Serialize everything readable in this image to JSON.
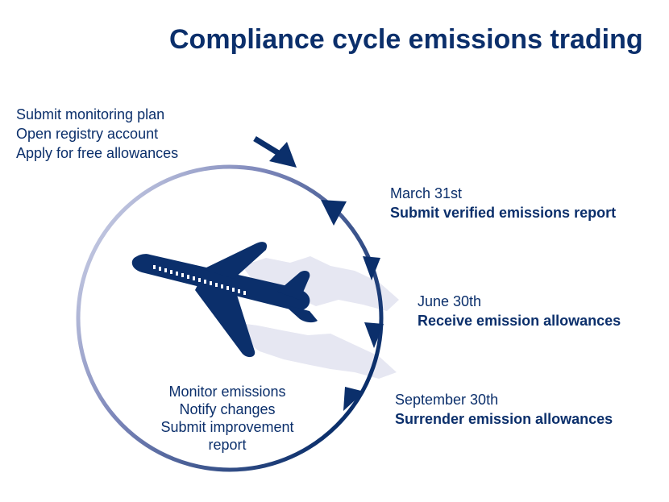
{
  "title": "Compliance cycle emissions trading",
  "pre_cycle_steps": [
    "Submit monitoring plan",
    "Open registry account",
    "Apply for free allowances"
  ],
  "milestones": [
    {
      "date": "March 31st",
      "action": "Submit verified emissions report"
    },
    {
      "date": "June 30th",
      "action": "Receive emission allowances"
    },
    {
      "date": "September 30th",
      "action": "Surrender emission allowances"
    }
  ],
  "during_year_steps": [
    "Monitor emissions",
    "Notify changes",
    "Submit improvement",
    "report"
  ],
  "colors": {
    "primary": "#0b2f6b",
    "cycle_light": "#d7dbee",
    "cloud": "#e6e7f2"
  },
  "icons": {
    "center": "airplane-icon",
    "entry": "entry-arrow-icon"
  }
}
